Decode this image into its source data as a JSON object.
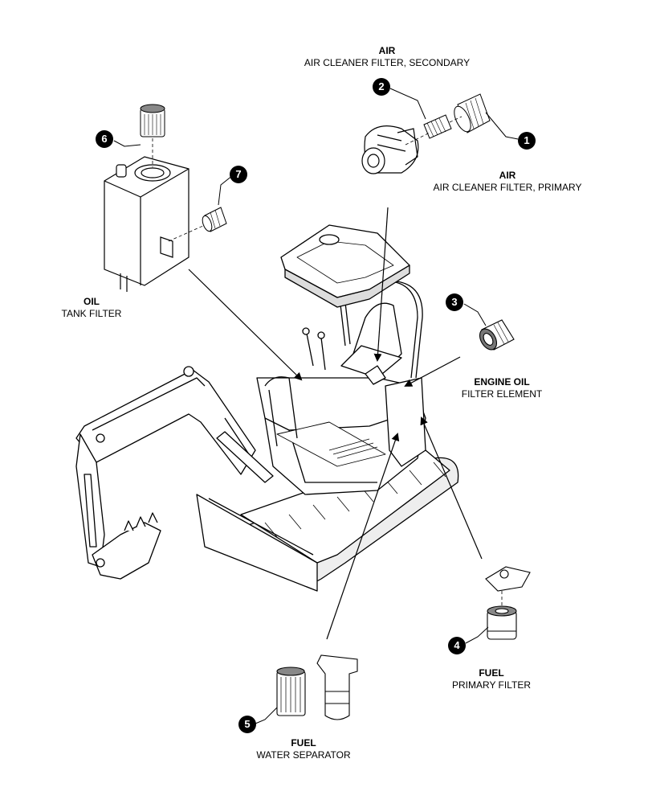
{
  "labels": {
    "air_secondary": {
      "category": "AIR",
      "description": "AIR CLEANER FILTER, SECONDARY"
    },
    "air_primary": {
      "category": "AIR",
      "description": "AIR CLEANER FILTER, PRIMARY"
    },
    "oil_tank": {
      "category": "OIL",
      "description": "TANK FILTER"
    },
    "engine_oil": {
      "category": "ENGINE OIL",
      "description": "FILTER ELEMENT"
    },
    "fuel_primary": {
      "category": "FUEL",
      "description": "PRIMARY FILTER"
    },
    "fuel_water": {
      "category": "FUEL",
      "description": "WATER SEPARATOR"
    }
  },
  "callouts": [
    "1",
    "2",
    "3",
    "4",
    "5",
    "6",
    "7"
  ]
}
